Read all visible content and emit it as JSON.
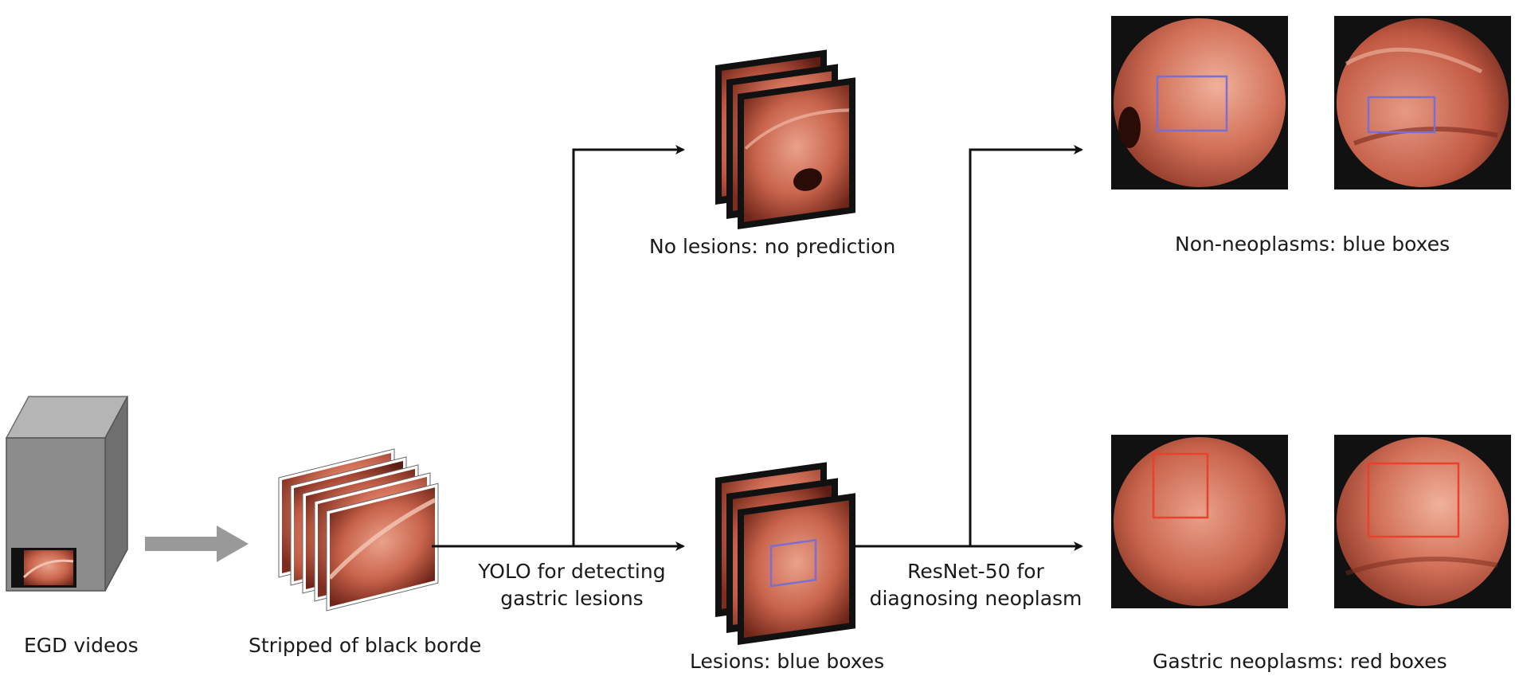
{
  "labels": {
    "egd_videos": "EGD videos",
    "stripped": "Stripped of black borde",
    "yolo_line1": "YOLO for detecting",
    "yolo_line2": "gastric lesions",
    "no_lesions": "No lesions: no prediction",
    "lesions": "Lesions: blue boxes",
    "resnet_line1": "ResNet-50 for",
    "resnet_line2": "diagnosing neoplasm",
    "non_neoplasms": "Non-neoplasms: blue boxes",
    "gastric_neoplasms": "Gastric neoplasms: red boxes"
  },
  "colors": {
    "arrow": "#111111",
    "gray_arrow": "#999999",
    "box_gray": "#8c8c8c",
    "blue_box": "#7a6fd0",
    "red_box": "#e8412e",
    "tissue_light": "#e8a08a",
    "tissue_mid": "#c8614a",
    "tissue_dark": "#7a2a1c"
  },
  "icons": {
    "video_source": "video-camera-box-icon",
    "gray_arrow": "thick-right-arrow-icon"
  }
}
